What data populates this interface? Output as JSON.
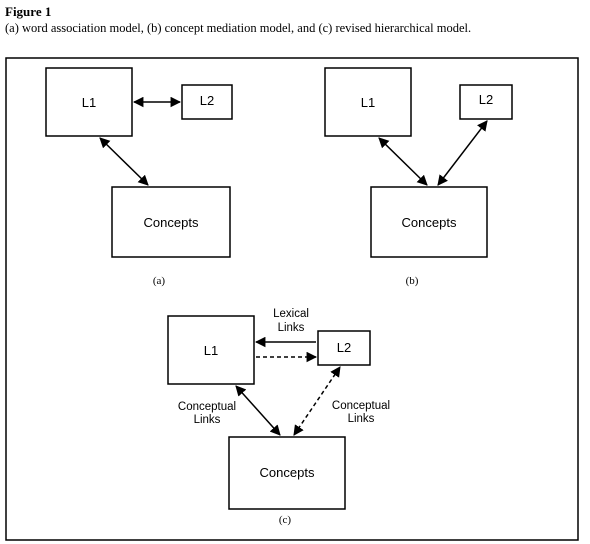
{
  "figure": {
    "title": "Figure 1",
    "caption": "(a) word association model, (b) concept mediation model, and (c) revised hierarchical model."
  },
  "panel_a": {
    "l1": "L1",
    "l2": "L2",
    "concepts": "Concepts",
    "label": "(a)"
  },
  "panel_b": {
    "l1": "L1",
    "l2": "L2",
    "concepts": "Concepts",
    "label": "(b)"
  },
  "panel_c": {
    "l1": "L1",
    "l2": "L2",
    "concepts": "Concepts",
    "lexical_links_line1": "Lexical",
    "lexical_links_line2": "Links",
    "conceptual_left_line1": "Conceptual",
    "conceptual_left_line2": "Links",
    "conceptual_right_line1": "Conceptual",
    "conceptual_right_line2": "Links",
    "label": "(c)"
  },
  "colors": {
    "stroke": "#000000",
    "background": "#ffffff"
  }
}
